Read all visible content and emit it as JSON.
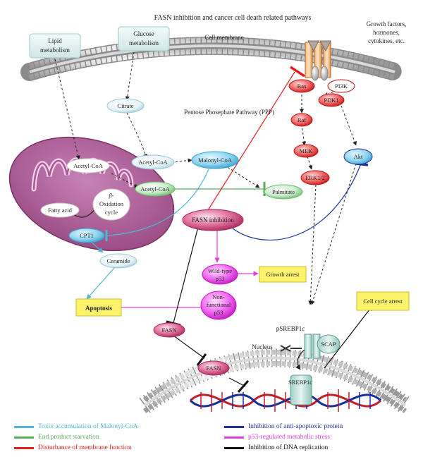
{
  "title": "FASN inhibition and cancer cell death related pathways",
  "labels": {
    "lipid_metabolism": [
      "Lipid",
      "metabolism"
    ],
    "glucose_metabolism": [
      "Glucose",
      "metabolism"
    ],
    "cell_membrane": "Cell membrane",
    "growth_factors": [
      "Growth factors,",
      "hormones,",
      "cytokines, etc."
    ],
    "citrate": "Citrate",
    "ppp": "Pentose Phosephate Pathway (PPP)",
    "acetyl_coa_cyto": "Acetyl-CoA",
    "malonyl_coa": "Malonyl-CoA",
    "acetyl_coa_mito": "Acetyl-CoA",
    "acetyl_coa_green": "Acetyl-CoA",
    "palmitate": "Palmitate",
    "fatty_acid": "Fatty acid",
    "beta_oxidation": [
      "β-",
      "Oxidation",
      "cycle"
    ],
    "cpt1": "CPT1",
    "fasn_inhibition": "FASN inhibition",
    "ceramide": "Ceramide",
    "apoptosis": "Apoptosis",
    "wild_type_p53": [
      "Wild-type",
      "p53"
    ],
    "growth_arrest": "Growth arrest",
    "nonfunctional_p53": [
      "Non-",
      "functional",
      "p53"
    ],
    "ras": "Ras",
    "pi3k": "PI3K",
    "pdk1": "PDK1",
    "raf": "Raf",
    "mek": "MEK",
    "erk": "ERK1/2",
    "akt": "Akt",
    "fasn_1": "FASN",
    "fasn_2": "FASN",
    "psrebp1c": "pSREBP1c",
    "nucleus": "Nucleus",
    "scap": "SCAP",
    "srebp1c": "SREBP1c",
    "cell_cycle_arrest": "Cell cycle arrest"
  },
  "legend": [
    {
      "text": "Toxix accumulation of Malonyl-CoA",
      "color": "#4fb6d6"
    },
    {
      "text": "End product starvation",
      "color": "#5aae5a"
    },
    {
      "text": "Disturbance of membrane function",
      "color": "#e02020"
    },
    {
      "text": "Inhibition of anti-apoptoxic protein",
      "color": "#1b2f9c"
    },
    {
      "text": "p53-regulated metabolic stress",
      "color": "#e040e0"
    },
    {
      "text": "Inhibition of DNA replication",
      "color": "#111111"
    }
  ]
}
